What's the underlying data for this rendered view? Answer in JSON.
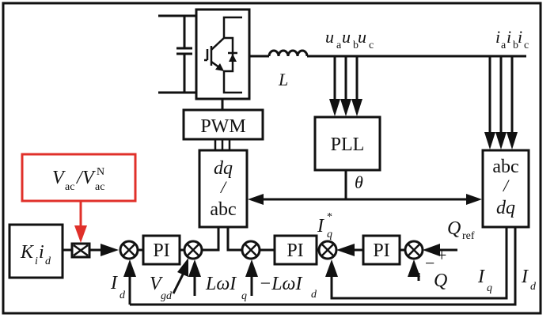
{
  "diagram": {
    "title": "Grid-connected converter dq current control block diagram",
    "colors": {
      "line": "#111111",
      "highlight": "#e0302a",
      "background": "#ffffff"
    },
    "power_stage": {
      "inductor_label": "L",
      "voltage_labels": [
        {
          "main": "u",
          "sub": "a"
        },
        {
          "main": "u",
          "sub": "b"
        },
        {
          "main": "u",
          "sub": "c"
        }
      ],
      "current_labels": [
        {
          "main": "i",
          "sub": "a"
        },
        {
          "main": "i",
          "sub": "b"
        },
        {
          "main": "i",
          "sub": "c"
        }
      ]
    },
    "blocks": {
      "pwm": "PWM",
      "pll": "PLL",
      "dq_abc": {
        "top": "dq",
        "mid": "/",
        "bottom": "abc"
      },
      "abc_dq": {
        "top": "abc",
        "mid": "/",
        "bottom": "dq"
      },
      "pi_1": "PI",
      "pi_2": "PI",
      "pi_3": "PI",
      "kiid": {
        "k": "K",
        "k_sub": "i",
        "i": "i",
        "i_sub": "d"
      },
      "ratio": {
        "v1": "V",
        "v1_sub": "ac",
        "slash": "/",
        "v2": "V",
        "v2_sub": "ac",
        "v2_sup": "N"
      }
    },
    "signals": {
      "theta": "θ",
      "id_feedback": {
        "main": "I",
        "sub": "d"
      },
      "vgd": {
        "main": "V",
        "sub": "gd"
      },
      "lw_iq": {
        "main": "LωI",
        "sub": "q"
      },
      "neg_lw_id": {
        "main": "−LωI",
        "sub": "d"
      },
      "iq_star": {
        "main": "I",
        "sub": "q",
        "sup": "*"
      },
      "q_ref": {
        "main": "Q",
        "sub": "ref"
      },
      "q": "Q",
      "plus": "+",
      "minus": "−",
      "iq_out": {
        "main": "I",
        "sub": "q"
      },
      "id_out": {
        "main": "I",
        "sub": "d"
      }
    }
  }
}
